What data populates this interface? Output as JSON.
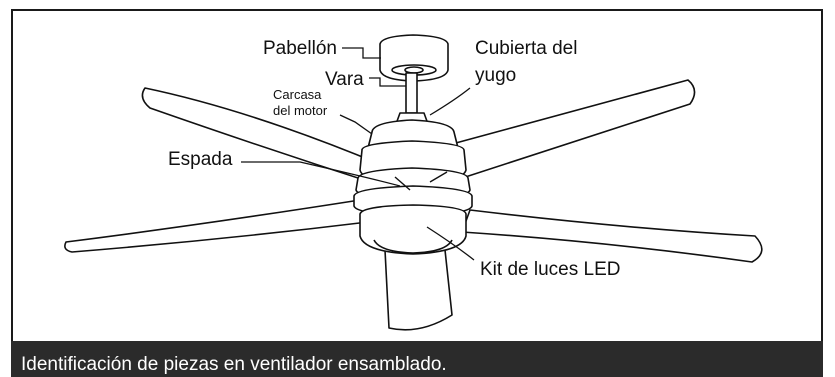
{
  "labels": {
    "pabellon": "Pabellón",
    "vara": "Vara",
    "cubierta_line1": "Cubierta del",
    "cubierta_line2": "yugo",
    "carcasa_line1": "Carcasa",
    "carcasa_line2": "del motor",
    "espada": "Espada",
    "kit_luces": "Kit de luces LED"
  },
  "caption": "Identificación de piezas en ventilador ensamblado.",
  "colors": {
    "line": "#111111",
    "caption_bg": "#2b2b2b",
    "caption_text": "#ffffff"
  }
}
